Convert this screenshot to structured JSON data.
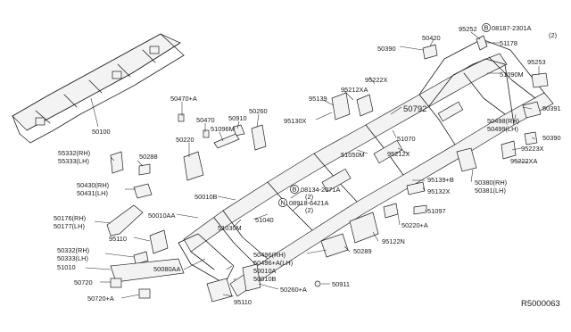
{
  "diagram": {
    "reference_code": "R5000063",
    "callouts": [
      {
        "id": "c1",
        "label": "50100"
      },
      {
        "id": "c2",
        "label": "50470+A"
      },
      {
        "id": "c3",
        "label": "50470"
      },
      {
        "id": "c4",
        "label": "51096M"
      },
      {
        "id": "c5",
        "label": "50910"
      },
      {
        "id": "c6",
        "label": "50260"
      },
      {
        "id": "c7",
        "label": "50220"
      },
      {
        "id": "c8",
        "label": "55332(RH)"
      },
      {
        "id": "c9",
        "label": "55333(LH)"
      },
      {
        "id": "c10",
        "label": "50288"
      },
      {
        "id": "c11",
        "label": "50430(RH)"
      },
      {
        "id": "c12",
        "label": "50431(LH)"
      },
      {
        "id": "c13",
        "label": "50010B"
      },
      {
        "id": "c14",
        "label": "50010AA"
      },
      {
        "id": "c15",
        "label": "50176(RH)"
      },
      {
        "id": "c16",
        "label": "50177(LH)"
      },
      {
        "id": "c17",
        "label": "95110"
      },
      {
        "id": "c18",
        "label": "50332(RH)"
      },
      {
        "id": "c19",
        "label": "50333(LH)"
      },
      {
        "id": "c20",
        "label": "51010"
      },
      {
        "id": "c21",
        "label": "50720"
      },
      {
        "id": "c22",
        "label": "50720+A"
      },
      {
        "id": "c23",
        "label": "50080AA"
      },
      {
        "id": "c24",
        "label": "51030M"
      },
      {
        "id": "c25",
        "label": "51040"
      },
      {
        "id": "c26",
        "label": "08134-2071A"
      },
      {
        "id": "c27",
        "label": "(2)"
      },
      {
        "id": "c28",
        "label": "08918-6421A"
      },
      {
        "id": "c29",
        "label": "(2)"
      },
      {
        "id": "c30",
        "label": "50390"
      },
      {
        "id": "c31",
        "label": "50420"
      },
      {
        "id": "c32",
        "label": "95252"
      },
      {
        "id": "c33",
        "label": "08187-2301A"
      },
      {
        "id": "c34",
        "label": "(2)"
      },
      {
        "id": "c35",
        "label": "51178"
      },
      {
        "id": "c36",
        "label": "95253"
      },
      {
        "id": "c37",
        "label": "51090M"
      },
      {
        "id": "c38",
        "label": "95222X"
      },
      {
        "id": "c39",
        "label": "95212XA"
      },
      {
        "id": "c40",
        "label": "95139"
      },
      {
        "id": "c41",
        "label": "95130X"
      },
      {
        "id": "c42",
        "label": "50792"
      },
      {
        "id": "c43",
        "label": "50391"
      },
      {
        "id": "c44",
        "label": "50498(RH)"
      },
      {
        "id": "c45",
        "label": "50499(LH)"
      },
      {
        "id": "c46",
        "label": "50390"
      },
      {
        "id": "c47",
        "label": "95223X"
      },
      {
        "id": "c48",
        "label": "95222XA"
      },
      {
        "id": "c49",
        "label": "51070"
      },
      {
        "id": "c50",
        "label": "51050M"
      },
      {
        "id": "c51",
        "label": "95212X"
      },
      {
        "id": "c52",
        "label": "50380(RH)"
      },
      {
        "id": "c53",
        "label": "50381(LH)"
      },
      {
        "id": "c54",
        "label": "95139+B"
      },
      {
        "id": "c55",
        "label": "95132X"
      },
      {
        "id": "c56",
        "label": "51097"
      },
      {
        "id": "c57",
        "label": "50220+A"
      },
      {
        "id": "c58",
        "label": "95122N"
      },
      {
        "id": "c59",
        "label": "50289"
      },
      {
        "id": "c60",
        "label": "50496(RH)"
      },
      {
        "id": "c61",
        "label": "50496+A(LH)"
      },
      {
        "id": "c62",
        "label": "50010A"
      },
      {
        "id": "c63",
        "label": "50010B"
      },
      {
        "id": "c64",
        "label": "50260+A"
      },
      {
        "id": "c65",
        "label": "50911"
      },
      {
        "id": "c66",
        "label": "95110"
      }
    ],
    "circle_markers": [
      {
        "id": "m1",
        "letter": "B"
      },
      {
        "id": "m2",
        "letter": "B"
      },
      {
        "id": "m3",
        "letter": "N"
      }
    ]
  }
}
